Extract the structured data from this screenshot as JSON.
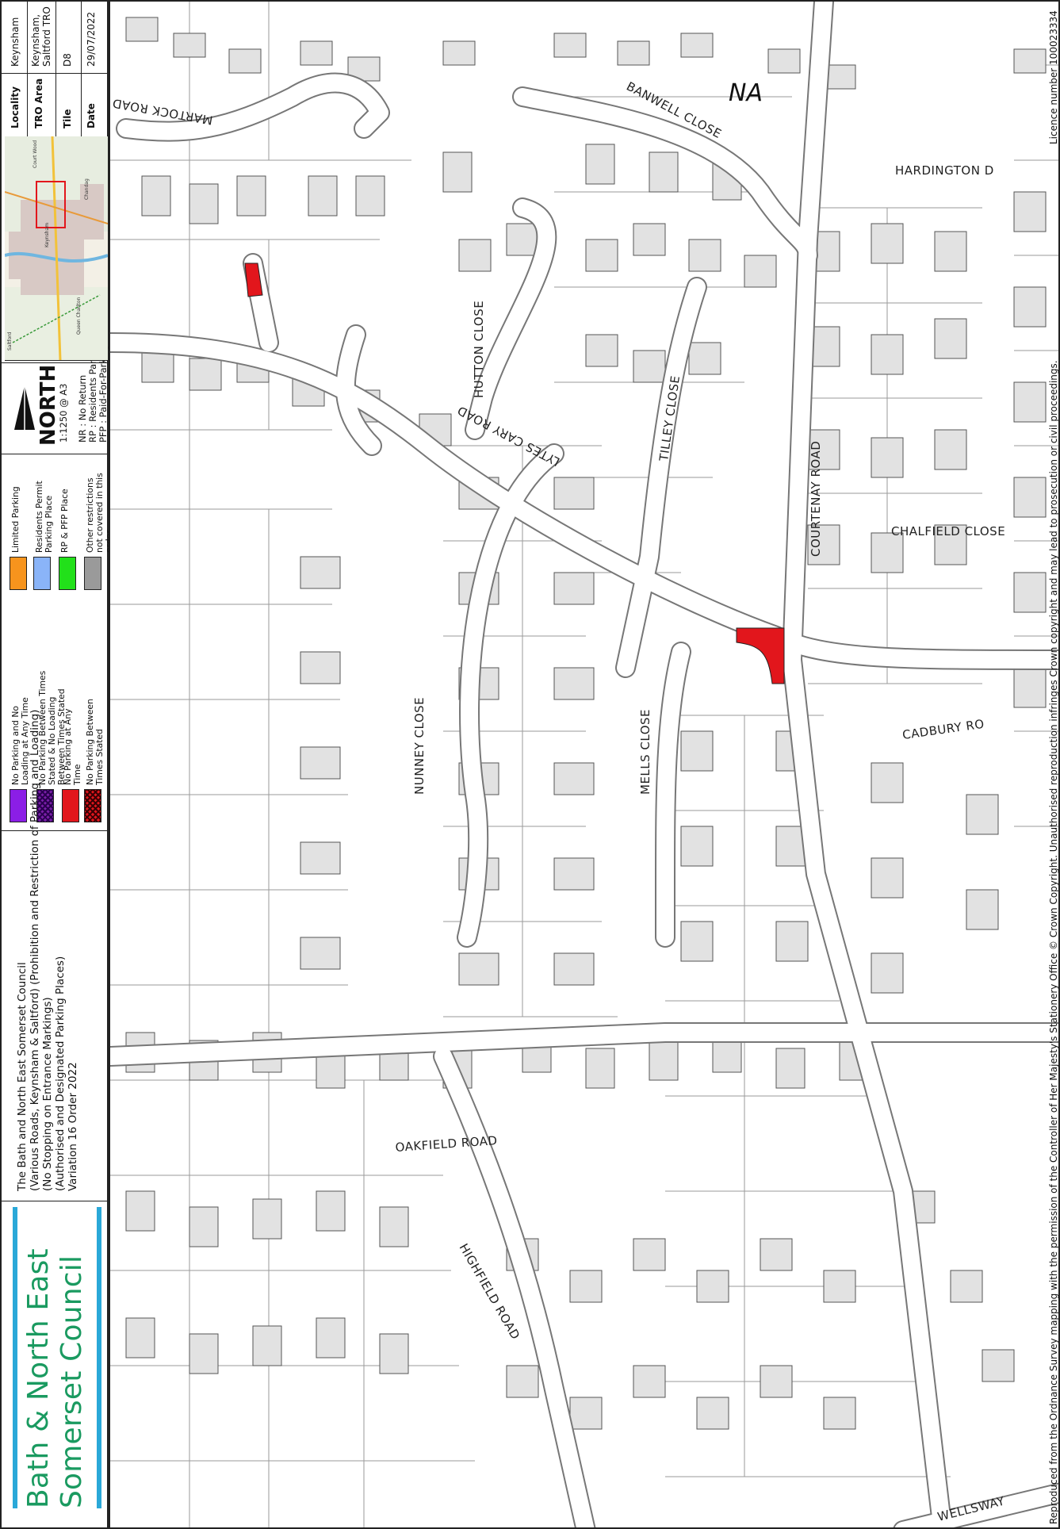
{
  "brand": {
    "line1": "Bath & North East",
    "line2": "Somerset Council",
    "colors": {
      "text": "#1a9a60",
      "bar": "#2aa8d8"
    }
  },
  "order_title": {
    "lines": [
      "The Bath and North East Somerset Council",
      "(Various Roads, Keynsham & Saltford) (Prohibition and Restriction of Parking and Loading)",
      "(No Stopping on Entrance Markings)",
      "(Authorised and Designated Parking Places)",
      "Variation 16 Order 2022"
    ]
  },
  "legend": {
    "col1": [
      {
        "label": "No Parking and No Loading at Any Time",
        "color": "#8b1ee6",
        "pattern": "solid"
      },
      {
        "label": "No Parking Between Times Stated & No Loading Between Times Stated",
        "color": "#7a1ea8",
        "pattern": "hatch"
      },
      {
        "label": "No Parking at Any Time",
        "color": "#e2161c",
        "pattern": "solid"
      },
      {
        "label": "No Parking Between Times Stated",
        "color": "#e2161c",
        "pattern": "hatch"
      }
    ],
    "col2": [
      {
        "label": "Limited Parking",
        "color": "#f7941d",
        "pattern": "solid"
      },
      {
        "label": "Residents Permit Parking Place",
        "color": "#8ab4f8",
        "pattern": "solid"
      },
      {
        "label": "RP & PFP Place",
        "color": "#22e01a",
        "pattern": "solid"
      },
      {
        "label": "Other restrictions not covered in this order",
        "color": "#9a9a9a",
        "pattern": "solid"
      }
    ]
  },
  "north": {
    "label": "NORTH",
    "scale": "1:1250 @ A3",
    "abbreviations": [
      "NR : No Return",
      "RP : Residents Parking",
      "PFP : Paid-For-Parking"
    ]
  },
  "mini_map": {
    "labels": [
      "Saltford",
      "Keynsham",
      "Chandag",
      "Court Wood",
      "Queen Charlton"
    ],
    "frame_color": "#e2161c"
  },
  "info": {
    "locality_label": "Locality",
    "locality_value": "Keynsham",
    "tro_area_label": "TRO Area",
    "tro_area_value": "Keynsham, Saltford TRO",
    "tile_label": "Tile",
    "tile_value": "D8",
    "date_label": "Date",
    "date_value": "29/07/2022"
  },
  "map": {
    "annotation": "NA",
    "restriction_color": "#e2161c",
    "building_fill": "#e2e2e2",
    "roads": [
      "MARTOCK ROAD",
      "BANWELL CLOSE",
      "HARDINGTON D",
      "HUTTON CLOSE",
      "TILLEY CLOSE",
      "COURTENAY ROAD",
      "LYTES CARY ROAD",
      "CHALFIELD CLOSE",
      "NUNNEY CLOSE",
      "MELLS CLOSE",
      "CADBURY RO",
      "OAKFIELD ROAD",
      "HIGHFIELD ROAD",
      "WELLSWAY"
    ],
    "license": "Licence number 100023334",
    "copyright": "Reproduced from the Ordnance Survey mapping with the permission of the Controller of Her Majesty's Stationery Office © Crown Copyright. Unauthorised reproduction infringes Crown copyright and may lead to prosecution or civil proceedings."
  }
}
